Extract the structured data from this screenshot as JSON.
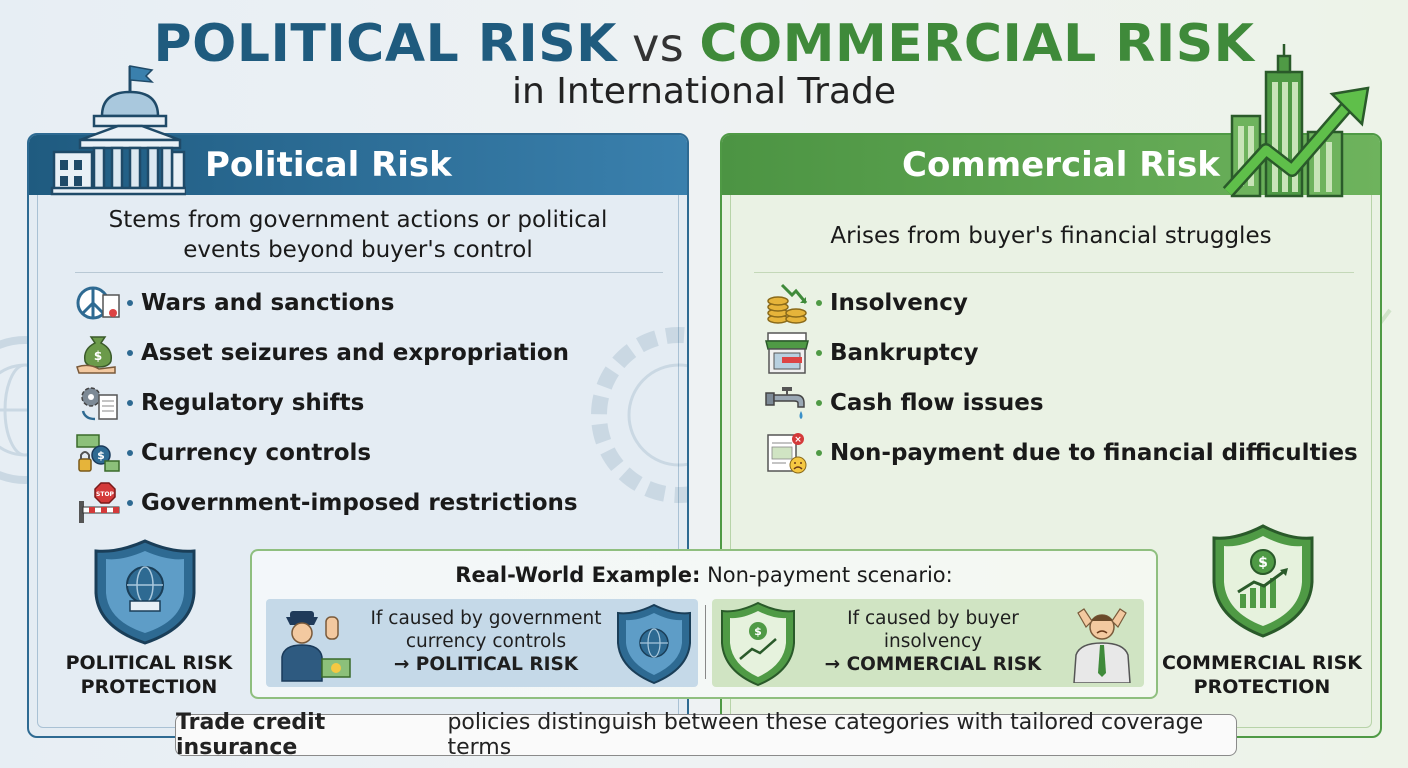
{
  "title": {
    "part1": "POLITICAL RISK",
    "vs": " vs ",
    "part2": "COMMERCIAL RISK",
    "subtitle": "in International Trade"
  },
  "colors": {
    "political": "#1f5b80",
    "commercial": "#4c9443",
    "political_light": "#e4ecf3",
    "commercial_light": "#eaf2e4"
  },
  "political": {
    "heading": "Political Risk",
    "header_icon": "government-building-icon",
    "description_line1": "Stems from government actions or political",
    "description_line2": "events beyond buyer's control",
    "items": [
      {
        "label": "Wars and sanctions",
        "icon": "broken-peace-sign-document-icon"
      },
      {
        "label": "Asset seizures and expropriation",
        "icon": "money-bag-hand-icon"
      },
      {
        "label": "Regulatory shifts",
        "icon": "gear-document-icon"
      },
      {
        "label": "Currency controls",
        "icon": "currency-lock-icon"
      },
      {
        "label": "Government-imposed restrictions",
        "icon": "stop-sign-barrier-icon"
      }
    ],
    "protection_line1": "POLITICAL RISK",
    "protection_line2": "PROTECTION",
    "protection_icon": "globe-shield-icon"
  },
  "commercial": {
    "heading": "Commercial Risk",
    "header_icon": "skyscraper-growth-arrow-icon",
    "description": "Arises from buyer's financial struggles",
    "items": [
      {
        "label": "Insolvency",
        "icon": "coins-down-arrow-icon"
      },
      {
        "label": "Bankruptcy",
        "icon": "closed-store-icon"
      },
      {
        "label": "Cash flow issues",
        "icon": "dripping-faucet-icon"
      },
      {
        "label": "Non-payment due to financial difficulties",
        "icon": "invoice-sad-face-icon"
      }
    ],
    "protection_line1": "COMMERCIAL RISK",
    "protection_line2": "PROTECTION",
    "protection_icon": "dollar-chart-shield-icon"
  },
  "example": {
    "title_bold": "Real-World Example:",
    "title_rest": " Non-payment scenario:",
    "political_case": {
      "line1": "If caused by government",
      "line2": "currency controls",
      "result": "→ POLITICAL RISK"
    },
    "commercial_case": {
      "line1": "If caused by buyer",
      "line2": "insolvency",
      "result": "→ COMMERCIAL RISK"
    }
  },
  "footer": {
    "bold": "Trade credit insurance",
    "rest": "policies distinguish between these categories with tailored coverage terms"
  }
}
